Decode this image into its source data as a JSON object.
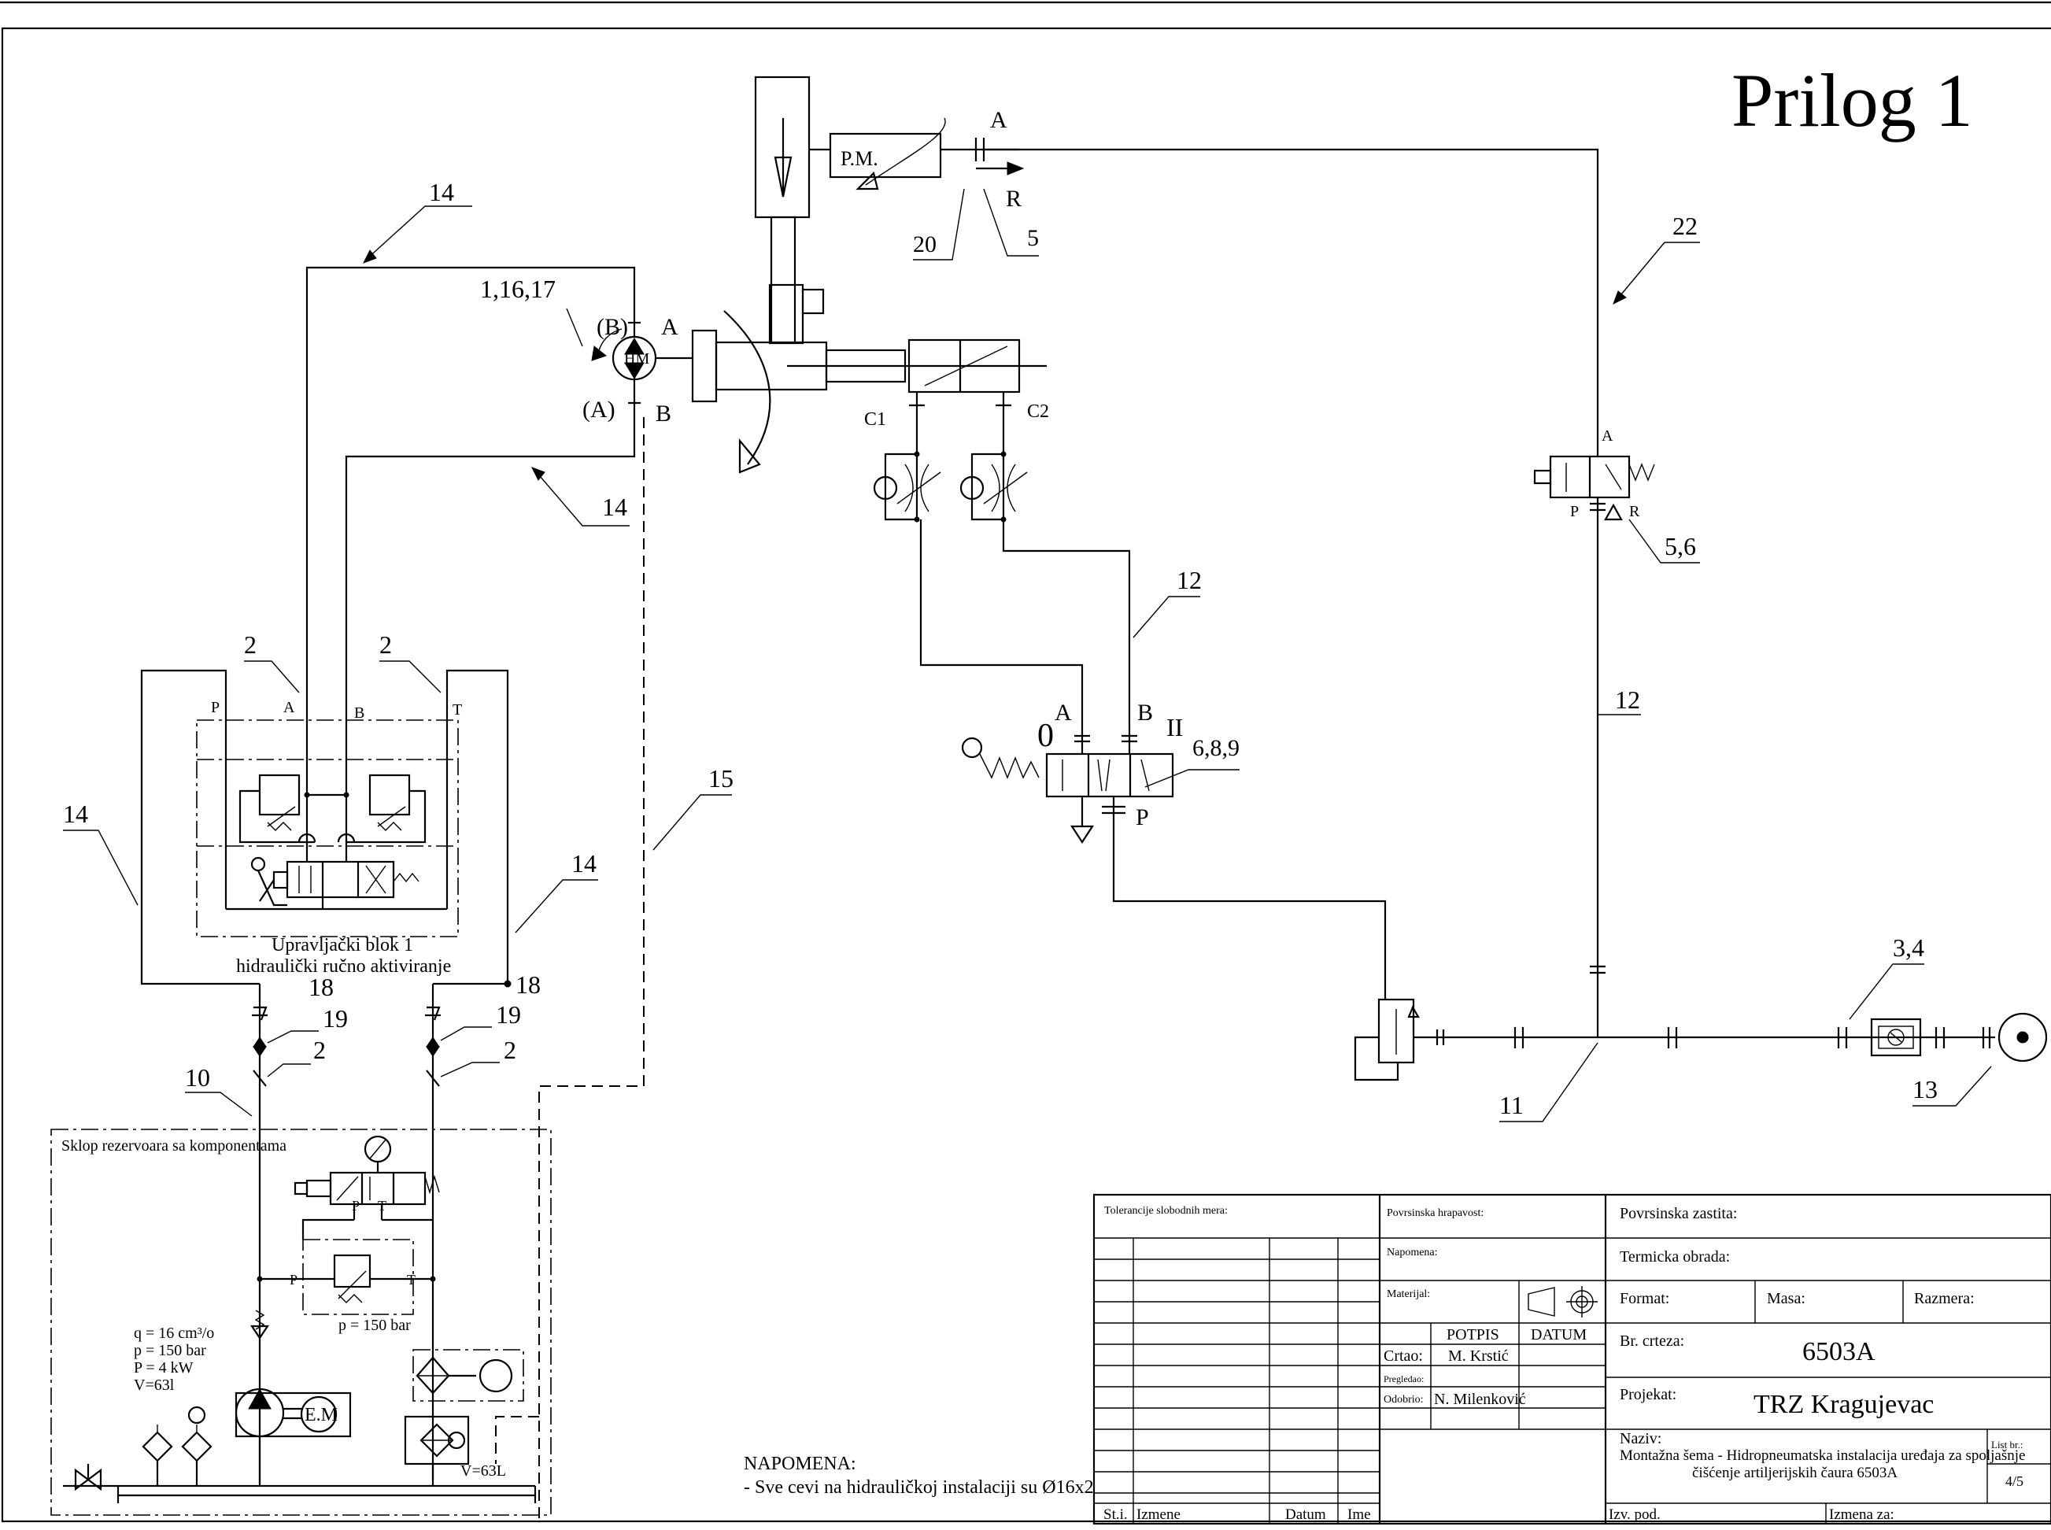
{
  "title": "Prilog 1",
  "labels": {
    "l14_top": "14",
    "l1_16_17": "1,16,17",
    "lB_paren": "(B)",
    "lA_motor": "A",
    "lA_paren": "(A)",
    "lB_motor": "B",
    "l14_mid": "14",
    "lA_top": "A",
    "lR_top": "R",
    "l20": "20",
    "l5": "5",
    "pm": "P.M.",
    "c1": "C1",
    "c2": "C2",
    "l22": "22",
    "valveA": "A",
    "valveP": "P",
    "valveR": "R",
    "l56": "5,6",
    "l12_a": "12",
    "l12_b": "12",
    "v0": "0",
    "vA": "A",
    "vB": "B",
    "vII": "II",
    "v689": "6,8,9",
    "vP": "P",
    "l2_left": "2",
    "l2_right": "2",
    "blk_P": "P",
    "blk_A": "A",
    "blk_B": "B",
    "blk_T": "T",
    "l14_left": "14",
    "l14_right": "14",
    "l15": "15",
    "block_title": "Upravljački blok  1",
    "block_sub": "hidraulički ručno aktiviranje",
    "l18_l": "18",
    "l18_r": "18",
    "l19_l": "19",
    "l19_r": "19",
    "l2_ll": "2",
    "l2_rr": "2",
    "l10": "10",
    "l11": "11",
    "l34": "3,4",
    "l13": "13",
    "tank_title": "Sklop rezervoara sa komponentama",
    "spec_q": "q = 16 cm³/o",
    "spec_p": "p = 150 bar",
    "spec_P": "P = 4 kW",
    "spec_V": "V=63l",
    "relief_p": "p = 150 bar",
    "em": "E.M",
    "v63": "V=63L",
    "note_title": "NAPOMENA:",
    "note_text": "- Sve cevi na hidrauličkoj instalaciji su Ø16x2"
  },
  "title_block": {
    "tol": "Tolerancije slobodnih mera:",
    "rough": "Povrsinska hrapavost:",
    "prot": "Povrsinska zastita:",
    "note": "Napomena:",
    "heat": "Termicka obrada:",
    "mat": "Materijal:",
    "format": "Format:",
    "masa": "Masa:",
    "razmera": "Razmera:",
    "potpis": "POTPIS",
    "datum": "DATUM",
    "crtao": "Crtao:",
    "crtao_name": "M. Krstić",
    "pregledao": "Pregledao:",
    "odobrio": "Odobrio:",
    "odobrio_name": "N. Milenković",
    "br_crteza": "Br. crteza:",
    "br_val": "6503A",
    "projekat": "Projekat:",
    "projekat_val": "TRZ Kragujevac",
    "naziv": "Naziv:",
    "naziv_1": "Montažna šema - Hidropneumatska instalacija uređaja za  spoljašnje",
    "naziv_2": "čišćenje artiljerijskih čaura 6503A",
    "list": "List br.:",
    "list_val": "4/5",
    "st": "St.i.",
    "izmene": "Izmene",
    "datum2": "Datum",
    "ime": "Ime",
    "izv": "Izv. pod.",
    "izmena_za": "Izmena za:"
  }
}
